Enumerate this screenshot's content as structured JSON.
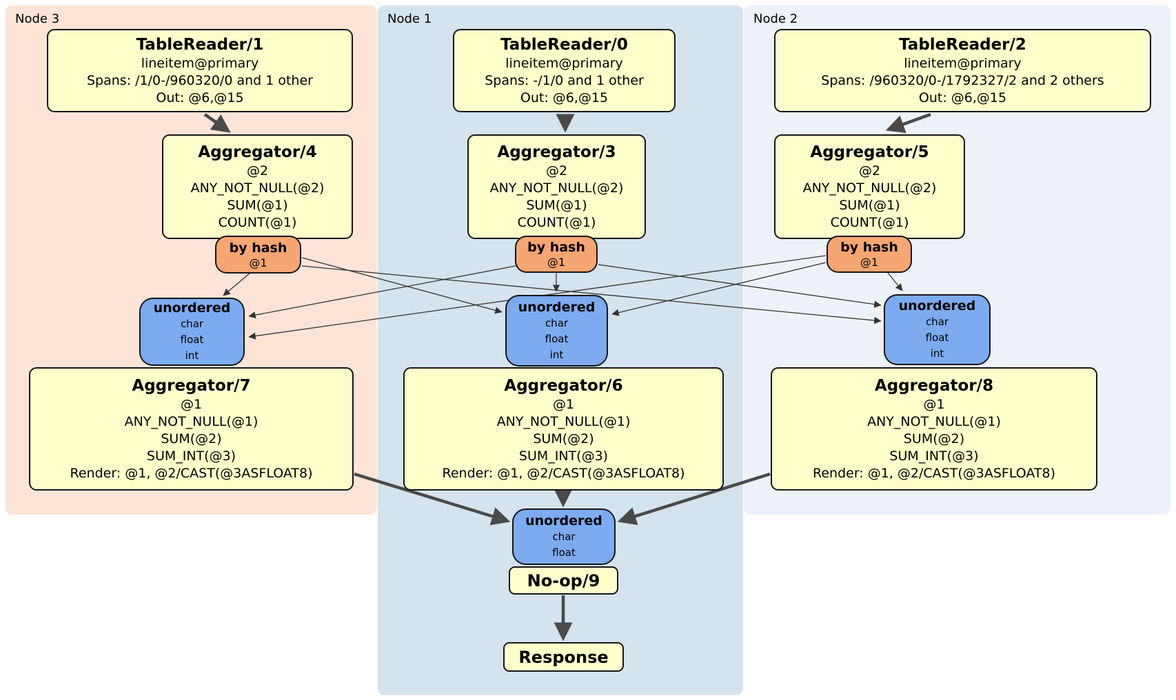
{
  "regions": [
    {
      "label": "Node 3",
      "table_reader": {
        "title": "TableReader/1",
        "lines": [
          "lineitem@primary",
          "Spans: /1/0-/960320/0 and 1 other",
          "Out: @6,@15"
        ]
      },
      "group_aggregator": {
        "title": "Aggregator/4",
        "lines": [
          "@2",
          "ANY_NOT_NULL(@2)",
          "SUM(@1)",
          "COUNT(@1)"
        ]
      },
      "router": {
        "label": "by hash",
        "key": "@1"
      },
      "sync": {
        "label": "unordered",
        "streams": [
          "char",
          "float",
          "int"
        ]
      },
      "final_aggregator": {
        "title": "Aggregator/7",
        "lines": [
          "@1",
          "ANY_NOT_NULL(@1)",
          "SUM(@2)",
          "SUM_INT(@3)",
          "Render: @1, @2/CAST(@3ASFLOAT8)"
        ]
      }
    },
    {
      "label": "Node 1",
      "table_reader": {
        "title": "TableReader/0",
        "lines": [
          "lineitem@primary",
          "Spans: -/1/0 and 1 other",
          "Out: @6,@15"
        ]
      },
      "group_aggregator": {
        "title": "Aggregator/3",
        "lines": [
          "@2",
          "ANY_NOT_NULL(@2)",
          "SUM(@1)",
          "COUNT(@1)"
        ]
      },
      "router": {
        "label": "by hash",
        "key": "@1"
      },
      "sync": {
        "label": "unordered",
        "streams": [
          "char",
          "float",
          "int"
        ]
      },
      "final_aggregator": {
        "title": "Aggregator/6",
        "lines": [
          "@1",
          "ANY_NOT_NULL(@1)",
          "SUM(@2)",
          "SUM_INT(@3)",
          "Render: @1, @2/CAST(@3ASFLOAT8)"
        ]
      },
      "final_sync": {
        "label": "unordered",
        "streams": [
          "char",
          "float"
        ]
      },
      "noop": {
        "title": "No-op/9"
      },
      "response": {
        "title": "Response"
      }
    },
    {
      "label": "Node 2",
      "table_reader": {
        "title": "TableReader/2",
        "lines": [
          "lineitem@primary",
          "Spans: /960320/0-/1792327/2 and 2 others",
          "Out: @6,@15"
        ]
      },
      "group_aggregator": {
        "title": "Aggregator/5",
        "lines": [
          "@2",
          "ANY_NOT_NULL(@2)",
          "SUM(@1)",
          "COUNT(@1)"
        ]
      },
      "router": {
        "label": "by hash",
        "key": "@1"
      },
      "sync": {
        "label": "unordered",
        "streams": [
          "char",
          "float",
          "int"
        ]
      },
      "final_aggregator": {
        "title": "Aggregator/8",
        "lines": [
          "@1",
          "ANY_NOT_NULL(@1)",
          "SUM(@2)",
          "SUM_INT(@3)",
          "Render: @1, @2/CAST(@3ASFLOAT8)"
        ]
      }
    }
  ],
  "colors": {
    "node3_bg": "#fde4d7",
    "node1_bg": "#d4e3ee",
    "node2_bg": "#edf2f9",
    "processor_bg": "#ffffcc",
    "router_bg": "#f6a673",
    "sync_bg": "#7dabf0",
    "edge_thick": "#4a4a4a",
    "edge_thin": "#333333"
  }
}
